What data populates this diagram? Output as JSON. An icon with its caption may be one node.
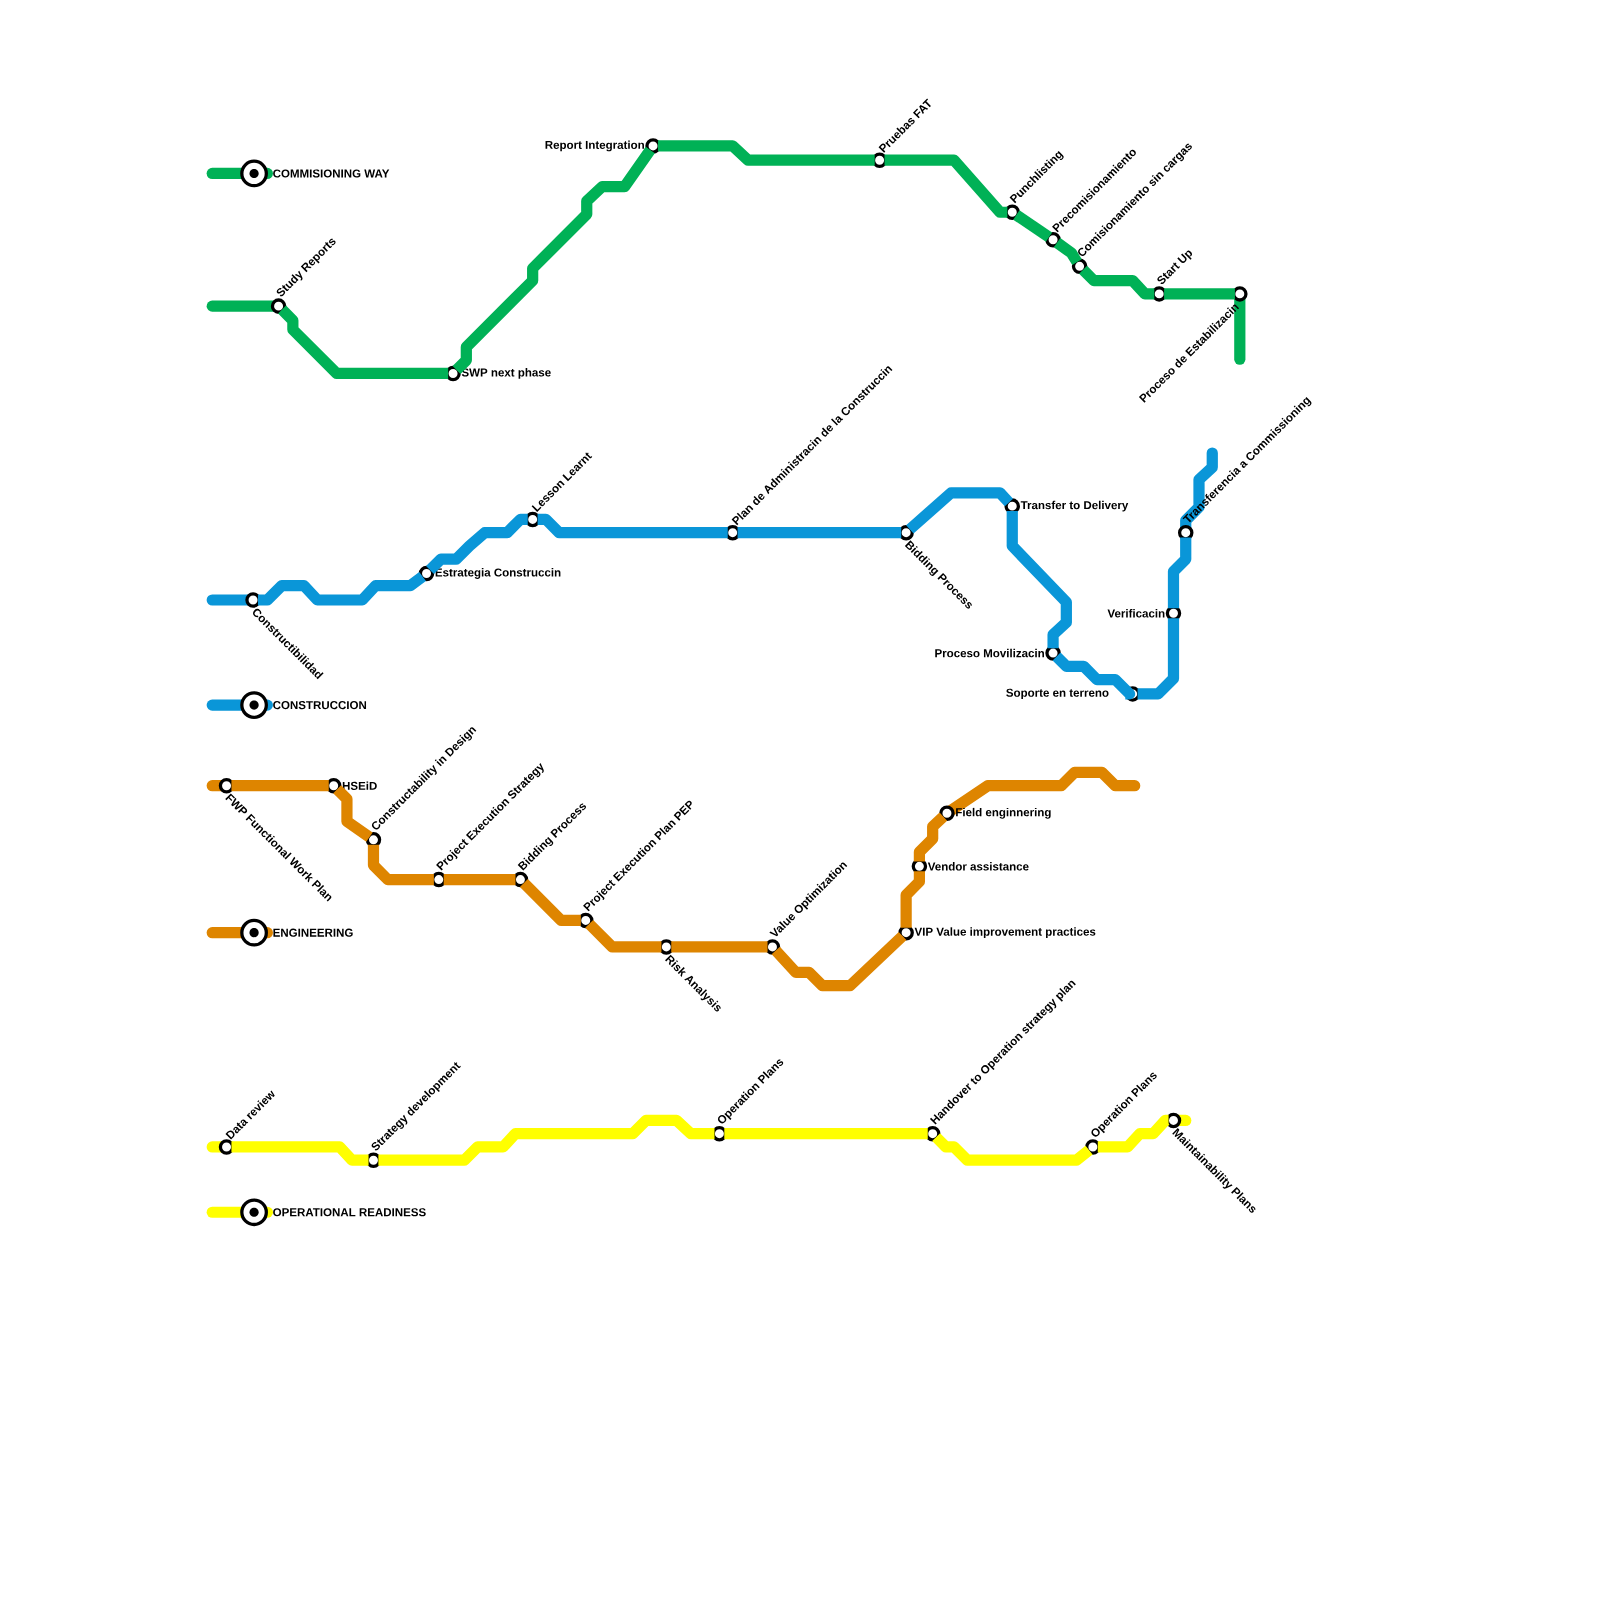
{
  "diagram": {
    "nodes": [
      {
        "text": [
          "Study Reports"
        ]
      },
      {
        "text": [
          "SWP next phase"
        ]
      },
      {
        "text": [
          "Report Integration"
        ]
      },
      {
        "text": [
          "Pruebas FAT"
        ]
      },
      {
        "text": [
          "Punchlisting"
        ]
      },
      {
        "text": [
          "Precomisionamiento"
        ]
      },
      {
        "text": [
          "Comisionamiento sin cargas"
        ]
      },
      {
        "text": [
          "Start Up"
        ]
      },
      {
        "text": [
          "Proceso de Estabilizacin"
        ]
      },
      {
        "text": [
          "Constructibilidad"
        ]
      },
      {
        "text": [
          "Estrategia Construccin"
        ]
      },
      {
        "text": [
          "Lesson Learnt"
        ]
      },
      {
        "text": [
          "Plan de Administracin de la Construccin"
        ]
      },
      {
        "text": [
          "Bidding Process"
        ]
      },
      {
        "text": [
          "Transfer to Delivery"
        ]
      },
      {
        "text": [
          "Proceso Movilizacin"
        ]
      },
      {
        "text": [
          "Soporte en terreno"
        ]
      },
      {
        "text": [
          "Verificacin"
        ]
      },
      {
        "text": [
          "Transferencia a Commissioning"
        ]
      },
      {
        "text": [
          "FWP Functional Work Plan"
        ]
      },
      {
        "text": [
          "HSEiD"
        ]
      },
      {
        "text": [
          "Constructability in Design"
        ]
      },
      {
        "text": [
          "Project Execution Strategy"
        ]
      },
      {
        "text": [
          "Bidding Process"
        ]
      },
      {
        "text": [
          "Project Execution Plan PEP"
        ]
      },
      {
        "text": [
          "Risk Analysis"
        ]
      },
      {
        "text": [
          "Value Optimization"
        ]
      },
      {
        "text": [
          "VIP Value improvement practices"
        ]
      },
      {
        "text": [
          "Vendor assistance"
        ]
      },
      {
        "text": [
          "Field enginnering"
        ]
      },
      {
        "text": [
          "Data review"
        ]
      },
      {
        "text": [
          "Strategy development"
        ]
      },
      {
        "text": [
          "Operation Plans"
        ]
      },
      {
        "text": [
          "Handover to Operation strategy plan"
        ]
      },
      {
        "text": [
          "Operation Plans"
        ]
      },
      {
        "text": [
          "Maintainability Plans"
        ]
      }
    ],
    "edges": [
      {
        "from": 0,
        "to": 1,
        "arrow": "none",
        "color": "#00b156"
      },
      {
        "from": 1,
        "to": 2,
        "arrow": "none",
        "color": "#00b156"
      },
      {
        "from": 2,
        "to": 3,
        "arrow": "none",
        "color": "#00b156"
      },
      {
        "from": 3,
        "to": 4,
        "arrow": "none",
        "color": "#00b156"
      },
      {
        "from": 4,
        "to": 5,
        "arrow": "none",
        "color": "#00b156"
      },
      {
        "from": 5,
        "to": 6,
        "arrow": "none",
        "color": "#00b156"
      },
      {
        "from": 6,
        "to": 7,
        "arrow": "none",
        "color": "#00b156"
      },
      {
        "from": 7,
        "to": 8,
        "arrow": "none",
        "color": "#00b156"
      },
      {
        "from": 9,
        "to": 10,
        "arrow": "none",
        "color": "#0a96d8"
      },
      {
        "from": 10,
        "to": 11,
        "arrow": "none",
        "color": "#0a96d8"
      },
      {
        "from": 11,
        "to": 12,
        "arrow": "none",
        "color": "#0a96d8"
      },
      {
        "from": 12,
        "to": 13,
        "arrow": "none",
        "color": "#0a96d8"
      },
      {
        "from": 13,
        "to": 14,
        "arrow": "none",
        "color": "#0a96d8"
      },
      {
        "from": 14,
        "to": 15,
        "arrow": "none",
        "color": "#0a96d8"
      },
      {
        "from": 15,
        "to": 16,
        "arrow": "none",
        "color": "#0a96d8"
      },
      {
        "from": 16,
        "to": 17,
        "arrow": "none",
        "color": "#0a96d8"
      },
      {
        "from": 17,
        "to": 18,
        "arrow": "none",
        "color": "#0a96d8"
      },
      {
        "from": 19,
        "to": 20,
        "arrow": "none",
        "color": "#de8500"
      },
      {
        "from": 20,
        "to": 21,
        "arrow": "none",
        "color": "#de8500"
      },
      {
        "from": 21,
        "to": 22,
        "arrow": "none",
        "color": "#de8500"
      },
      {
        "from": 22,
        "to": 23,
        "arrow": "none",
        "color": "#de8500"
      },
      {
        "from": 23,
        "to": 24,
        "arrow": "none",
        "color": "#de8500"
      },
      {
        "from": 24,
        "to": 25,
        "arrow": "none",
        "color": "#de8500"
      },
      {
        "from": 25,
        "to": 26,
        "arrow": "none",
        "color": "#de8500"
      },
      {
        "from": 26,
        "to": 27,
        "arrow": "none",
        "color": "#de8500"
      },
      {
        "from": 27,
        "to": 28,
        "arrow": "none",
        "color": "#de8500"
      },
      {
        "from": 28,
        "to": 29,
        "arrow": "none",
        "color": "#de8500"
      },
      {
        "from": 30,
        "to": 31,
        "arrow": "none",
        "color": "#ffff00"
      },
      {
        "from": 31,
        "to": 32,
        "arrow": "none",
        "color": "#ffff00"
      },
      {
        "from": 32,
        "to": 33,
        "arrow": "none",
        "color": "#ffff00"
      },
      {
        "from": 33,
        "to": 34,
        "arrow": "none",
        "color": "#ffff00"
      },
      {
        "from": 34,
        "to": 35,
        "arrow": "none",
        "color": "#ffff00"
      }
    ],
    "legend": [
      {
        "text": "COMMISIONING WAY",
        "color": "#00b156"
      },
      {
        "text": "CONSTRUCCION",
        "color": "#0a96d8"
      },
      {
        "text": "ENGINEERING",
        "color": "#de8500"
      },
      {
        "text": "OPERATIONAL READINESS",
        "color": "#ffff00"
      }
    ]
  }
}
